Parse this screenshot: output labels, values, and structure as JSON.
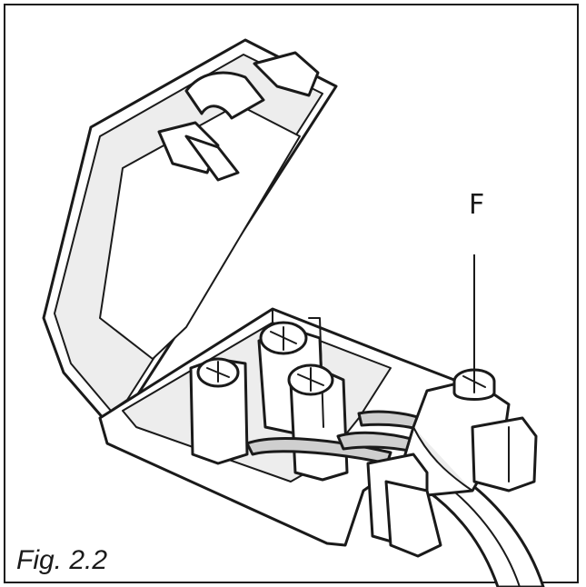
{
  "figure": {
    "caption": "Fig. 2.2",
    "callout_label": "F"
  },
  "icons": [
    "junction-box-lid",
    "terminal-screw",
    "cable-clamp-screw",
    "cable"
  ],
  "colors": {
    "ink": "#1a1a1a",
    "background": "#ffffff",
    "shade": "#ededed"
  }
}
